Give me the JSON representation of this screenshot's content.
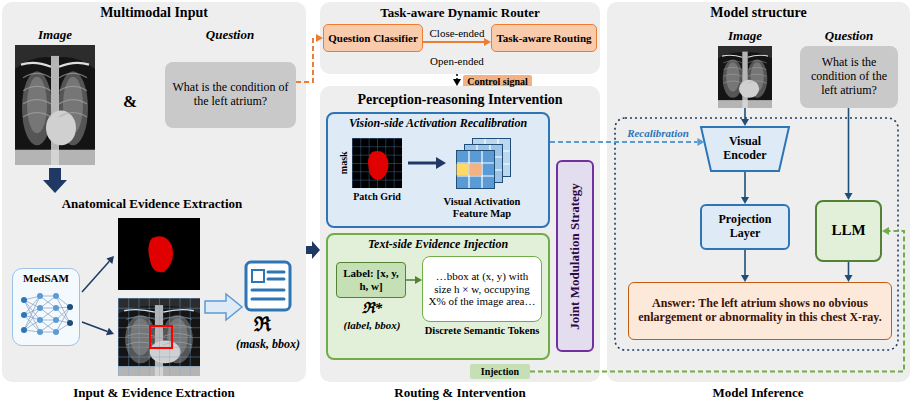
{
  "diagram": {
    "nodes": [
      {
        "text": [
          "Multimodal Input"
        ]
      },
      {
        "text": [
          "What is the condition of the left atrium?"
        ],
        "in": 0
      },
      {
        "text": [
          "MedSAM"
        ],
        "in": 0
      },
      {
        "text": [
          "Task-aware Dynamic Router"
        ]
      },
      {
        "text": [
          "Question Classifier"
        ],
        "in": 3
      },
      {
        "text": [
          "Task-aware Routing"
        ],
        "in": 3
      },
      {
        "text": [
          "Control signal"
        ]
      },
      {
        "text": [
          "Perception-reasoning Intervention"
        ]
      },
      {
        "text": [
          "Vision-side Activation Recalibration"
        ],
        "in": 7
      },
      {
        "text": [
          "Text-side Evidence Injection"
        ],
        "in": 7
      },
      {
        "text": [
          "Label: [x, y, h, w]"
        ],
        "in": 9
      },
      {
        "text": [
          "…bbox at (x, y) with size h × w, occupying X% of the image area…"
        ],
        "in": 9
      },
      {
        "text": [
          "Joint Modulation Strategy"
        ],
        "in": 7
      },
      {
        "text": [
          "Injection"
        ],
        "in": 7
      },
      {
        "text": [
          "Model structure"
        ]
      },
      {
        "text": [
          "What is the condition of the left atrium?"
        ],
        "in": 14
      },
      {
        "text": [
          "Visual Encoder"
        ],
        "in": 14
      },
      {
        "text": [
          "LLM"
        ],
        "in": 14
      },
      {
        "text": [
          "Projection Layer"
        ],
        "in": 14
      },
      {
        "text": [
          "Answer: The left atrium shows no obvious enlargement or abnormality in this chest X-ray."
        ],
        "in": 14
      }
    ],
    "edges": [
      {
        "from": 1,
        "to": 4,
        "arrow": "to"
      },
      {
        "from": 4,
        "to": 5,
        "label": "Close-ended",
        "arrow": "to"
      },
      {
        "from": 3,
        "to": 7,
        "arrow": "to"
      },
      {
        "from": 0,
        "to": 7,
        "arrow": "to"
      },
      {
        "from": 10,
        "to": 11,
        "arrow": "to"
      },
      {
        "from": 8,
        "to": 16,
        "label": "Recalibration",
        "arrow": "to"
      },
      {
        "from": 13,
        "to": 17,
        "arrow": "to"
      },
      {
        "from": 15,
        "to": 17,
        "arrow": "to"
      },
      {
        "from": 16,
        "to": 18,
        "arrow": "to"
      },
      {
        "from": 18,
        "to": 19,
        "arrow": "to"
      },
      {
        "from": 17,
        "to": 19,
        "arrow": "to"
      }
    ],
    "labels": [
      "Image",
      "&",
      "Question",
      "Anatomical Evidence Extraction",
      "ℜ",
      "(mask, bbox)",
      "Input & Evidence Extraction",
      "Open-ended",
      "mask",
      "Patch Grid",
      "Visual Activation Feature Map",
      "ℜ*",
      "(label, bbox)",
      "Discrete Semantic Tokens",
      "Routing & Intervention",
      "Image",
      "Question",
      "Model Inference"
    ]
  }
}
